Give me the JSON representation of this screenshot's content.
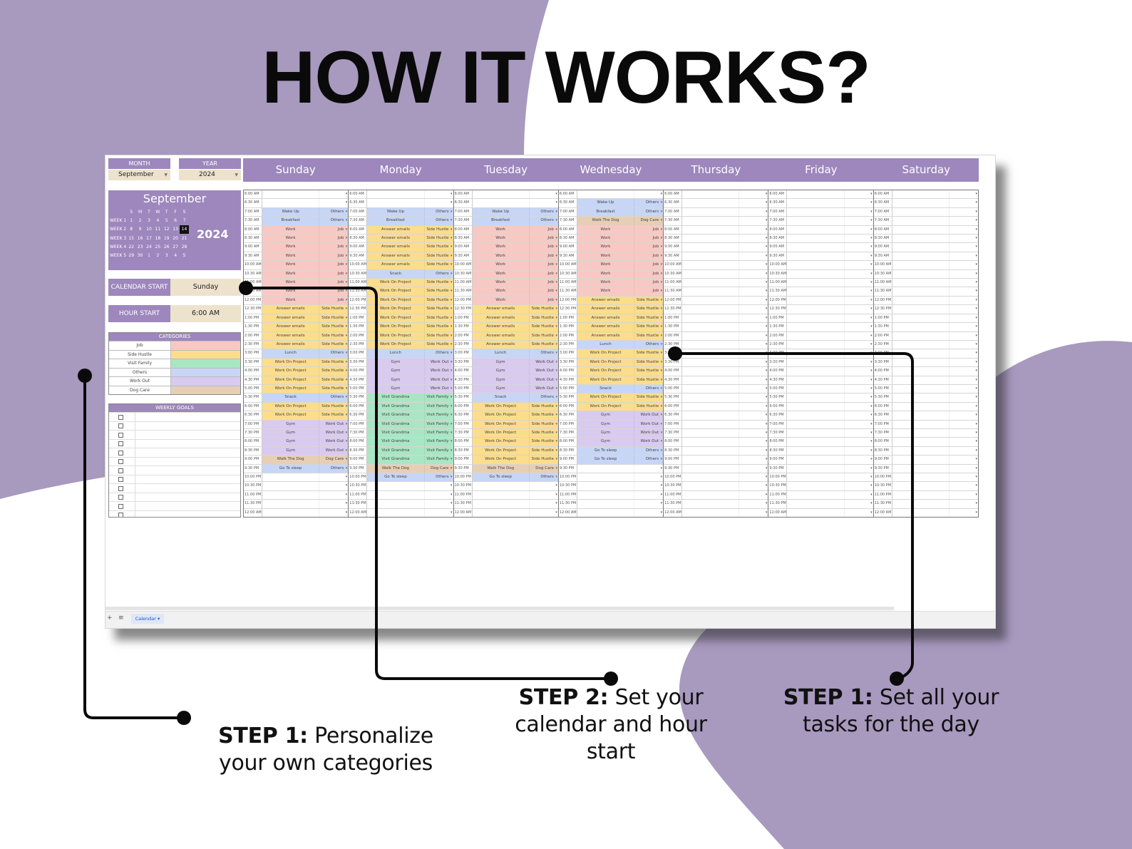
{
  "headline": "HOW IT WORKS?",
  "colors": {
    "accent": "#a899bf",
    "header": "#9d87bd",
    "job": "#f8c9c4",
    "side_hustle": "#fbdd8c",
    "visit_family": "#a9e6c4",
    "others": "#c7d6f6",
    "work_out": "#d9caf0",
    "dog_care": "#e6cfb5",
    "cream": "#ede2cc"
  },
  "sheet": {
    "month_label": "MONTH",
    "month_value": "September",
    "year_label": "YEAR",
    "year_value": "2024",
    "mini_calendar": {
      "title": "September",
      "year": "2024",
      "dow": [
        "S",
        "M",
        "T",
        "W",
        "T",
        "F",
        "S"
      ],
      "weeks": [
        {
          "label": "WEEK 1",
          "days": [
            "1",
            "2",
            "3",
            "4",
            "5",
            "6",
            "7"
          ]
        },
        {
          "label": "WEEK 2",
          "days": [
            "8",
            "9",
            "10",
            "11",
            "12",
            "13",
            "14"
          ]
        },
        {
          "label": "WEEK 3",
          "days": [
            "15",
            "16",
            "17",
            "18",
            "19",
            "20",
            "21"
          ]
        },
        {
          "label": "WEEK 4",
          "days": [
            "22",
            "23",
            "24",
            "25",
            "26",
            "27",
            "28"
          ]
        },
        {
          "label": "WEEK 5",
          "days": [
            "29",
            "30",
            "1",
            "2",
            "3",
            "4",
            "5"
          ]
        }
      ],
      "today": "14"
    },
    "calendar_start_label": "CALENDAR START",
    "calendar_start_value": "Sunday",
    "hour_start_label": "HOUR START",
    "hour_start_value": "6:00 AM",
    "categories_title": "CATEGORIES",
    "categories": [
      {
        "name": "Job",
        "color": "#f8c9c4"
      },
      {
        "name": "Side Hustle",
        "color": "#fbdd8c"
      },
      {
        "name": "Visit Family",
        "color": "#a9e6c4"
      },
      {
        "name": "Others",
        "color": "#c7d6f6"
      },
      {
        "name": "Work Out",
        "color": "#d9caf0"
      },
      {
        "name": "Dog Care",
        "color": "#e6cfb5"
      }
    ],
    "weekly_goals_title": "WEEKLY GOALS",
    "days": [
      "Sunday",
      "Monday",
      "Tuesday",
      "Wednesday",
      "Thursday",
      "Friday",
      "Saturday"
    ],
    "times": [
      "6:00 AM",
      "6:30 AM",
      "7:00 AM",
      "7:30 AM",
      "8:00 AM",
      "8:30 AM",
      "9:00 AM",
      "9:30 AM",
      "10:00 AM",
      "10:30 AM",
      "11:00 AM",
      "11:30 AM",
      "12:00 PM",
      "12:30 PM",
      "1:00 PM",
      "1:30 PM",
      "2:00 PM",
      "2:30 PM",
      "3:00 PM",
      "3:30 PM",
      "4:00 PM",
      "4:30 PM",
      "5:00 PM",
      "5:30 PM",
      "6:00 PM",
      "6:30 PM",
      "7:00 PM",
      "7:30 PM",
      "8:00 PM",
      "8:30 PM",
      "9:00 PM",
      "9:30 PM",
      "10:00 PM",
      "10:30 PM",
      "11:00 PM",
      "11:30 PM",
      "12:00 AM"
    ],
    "schedule": [
      [
        [
          "",
          ""
        ],
        [
          "",
          ""
        ],
        [
          "Wake Up",
          "Others"
        ],
        [
          "Breakfast",
          "Others"
        ],
        [
          "Work",
          "Job"
        ],
        [
          "Work",
          "Job"
        ],
        [
          "Work",
          "Job"
        ],
        [
          "Work",
          "Job"
        ],
        [
          "Work",
          "Job"
        ],
        [
          "Work",
          "Job"
        ],
        [
          "Work",
          "Job"
        ],
        [
          "Work",
          "Job"
        ],
        [
          "Work",
          "Job"
        ],
        [
          "Answer emails",
          "Side Hustle"
        ],
        [
          "Answer emails",
          "Side Hustle"
        ],
        [
          "Answer emails",
          "Side Hustle"
        ],
        [
          "Answer emails",
          "Side Hustle"
        ],
        [
          "Answer emails",
          "Side Hustle"
        ],
        [
          "Lunch",
          "Others"
        ],
        [
          "Work On Project",
          "Side Hustle"
        ],
        [
          "Work On Project",
          "Side Hustle"
        ],
        [
          "Work On Project",
          "Side Hustle"
        ],
        [
          "Work On Project",
          "Side Hustle"
        ],
        [
          "Snack",
          "Others"
        ],
        [
          "Work On Project",
          "Side Hustle"
        ],
        [
          "Work On Project",
          "Side Hustle"
        ],
        [
          "Gym",
          "Work Out"
        ],
        [
          "Gym",
          "Work Out"
        ],
        [
          "Gym",
          "Work Out"
        ],
        [
          "Gym",
          "Work Out"
        ],
        [
          "Walk The Dog",
          "Dog Care"
        ],
        [
          "Go To sleep",
          "Others"
        ],
        [
          "",
          ""
        ],
        [
          "",
          ""
        ],
        [
          "",
          ""
        ],
        [
          "",
          ""
        ],
        [
          "",
          ""
        ]
      ],
      [
        [
          "",
          ""
        ],
        [
          "",
          ""
        ],
        [
          "Wake Up",
          "Others"
        ],
        [
          "Breakfast",
          "Others"
        ],
        [
          "Answer emails",
          "Side Hustle"
        ],
        [
          "Answer emails",
          "Side Hustle"
        ],
        [
          "Answer emails",
          "Side Hustle"
        ],
        [
          "Answer emails",
          "Side Hustle"
        ],
        [
          "Answer emails",
          "Side Hustle"
        ],
        [
          "Snack",
          "Others"
        ],
        [
          "Work On Project",
          "Side Hustle"
        ],
        [
          "Work On Project",
          "Side Hustle"
        ],
        [
          "Work On Project",
          "Side Hustle"
        ],
        [
          "Work On Project",
          "Side Hustle"
        ],
        [
          "Work On Project",
          "Side Hustle"
        ],
        [
          "Work On Project",
          "Side Hustle"
        ],
        [
          "Work On Project",
          "Side Hustle"
        ],
        [
          "Work On Project",
          "Side Hustle"
        ],
        [
          "Lunch",
          "Others"
        ],
        [
          "Gym",
          "Work Out"
        ],
        [
          "Gym",
          "Work Out"
        ],
        [
          "Gym",
          "Work Out"
        ],
        [
          "Gym",
          "Work Out"
        ],
        [
          "Visit Grandma",
          "Visit Family"
        ],
        [
          "Visit Grandma",
          "Visit Family"
        ],
        [
          "Visit Grandma",
          "Visit Family"
        ],
        [
          "Visit Grandma",
          "Visit Family"
        ],
        [
          "Visit Grandma",
          "Visit Family"
        ],
        [
          "Visit Grandma",
          "Visit Family"
        ],
        [
          "Visit Grandma",
          "Visit Family"
        ],
        [
          "Visit Grandma",
          "Visit Family"
        ],
        [
          "Walk The Dog",
          "Dog Care"
        ],
        [
          "Go To sleep",
          "Others"
        ],
        [
          "",
          ""
        ],
        [
          "",
          ""
        ],
        [
          "",
          ""
        ],
        [
          "",
          ""
        ]
      ],
      [
        [
          "",
          ""
        ],
        [
          "",
          ""
        ],
        [
          "Wake Up",
          "Others"
        ],
        [
          "Breakfast",
          "Others"
        ],
        [
          "Work",
          "Job"
        ],
        [
          "Work",
          "Job"
        ],
        [
          "Work",
          "Job"
        ],
        [
          "Work",
          "Job"
        ],
        [
          "Work",
          "Job"
        ],
        [
          "Work",
          "Job"
        ],
        [
          "Work",
          "Job"
        ],
        [
          "Work",
          "Job"
        ],
        [
          "Work",
          "Job"
        ],
        [
          "Answer emails",
          "Side Hustle"
        ],
        [
          "Answer emails",
          "Side Hustle"
        ],
        [
          "Answer emails",
          "Side Hustle"
        ],
        [
          "Answer emails",
          "Side Hustle"
        ],
        [
          "Answer emails",
          "Side Hustle"
        ],
        [
          "Lunch",
          "Others"
        ],
        [
          "Gym",
          "Work Out"
        ],
        [
          "Gym",
          "Work Out"
        ],
        [
          "Gym",
          "Work Out"
        ],
        [
          "Gym",
          "Work Out"
        ],
        [
          "Snack",
          "Others"
        ],
        [
          "Work On Project",
          "Side Hustle"
        ],
        [
          "Work On Project",
          "Side Hustle"
        ],
        [
          "Work On Project",
          "Side Hustle"
        ],
        [
          "Work On Project",
          "Side Hustle"
        ],
        [
          "Work On Project",
          "Side Hustle"
        ],
        [
          "Work On Project",
          "Side Hustle"
        ],
        [
          "Work On Project",
          "Side Hustle"
        ],
        [
          "Walk The Dog",
          "Dog Care"
        ],
        [
          "Go To sleep",
          "Others"
        ],
        [
          "",
          ""
        ],
        [
          "",
          ""
        ],
        [
          "",
          ""
        ],
        [
          "",
          ""
        ]
      ],
      [
        [
          "",
          ""
        ],
        [
          "Wake Up",
          "Others"
        ],
        [
          "Breakfast",
          "Others"
        ],
        [
          "Walk The Dog",
          "Dog Care"
        ],
        [
          "Work",
          "Job"
        ],
        [
          "Work",
          "Job"
        ],
        [
          "Work",
          "Job"
        ],
        [
          "Work",
          "Job"
        ],
        [
          "Work",
          "Job"
        ],
        [
          "Work",
          "Job"
        ],
        [
          "Work",
          "Job"
        ],
        [
          "Work",
          "Job"
        ],
        [
          "Answer emails",
          "Side Hustle"
        ],
        [
          "Answer emails",
          "Side Hustle"
        ],
        [
          "Answer emails",
          "Side Hustle"
        ],
        [
          "Answer emails",
          "Side Hustle"
        ],
        [
          "Answer emails",
          "Side Hustle"
        ],
        [
          "Lunch",
          "Others"
        ],
        [
          "Work On Project",
          "Side Hustle"
        ],
        [
          "Work On Project",
          "Side Hustle"
        ],
        [
          "Work On Project",
          "Side Hustle"
        ],
        [
          "Work On Project",
          "Side Hustle"
        ],
        [
          "Snack",
          "Others"
        ],
        [
          "Work On Project",
          "Side Hustle"
        ],
        [
          "Work On Project",
          "Side Hustle"
        ],
        [
          "Gym",
          "Work Out"
        ],
        [
          "Gym",
          "Work Out"
        ],
        [
          "Gym",
          "Work Out"
        ],
        [
          "Gym",
          "Work Out"
        ],
        [
          "Go To sleep",
          "Others"
        ],
        [
          "Go To sleep",
          "Others"
        ],
        [
          "",
          ""
        ],
        [
          "",
          ""
        ],
        [
          "",
          ""
        ],
        [
          "",
          ""
        ],
        [
          "",
          ""
        ],
        [
          "",
          ""
        ]
      ],
      [],
      [],
      []
    ],
    "sheet_tab": "Calendar"
  },
  "steps": [
    {
      "bold": "STEP 1:",
      "text_first": " Personalize",
      "text_rest": "your own categories"
    },
    {
      "bold": "STEP 2:",
      "text_first": " Set your",
      "text_rest": "calendar and hour",
      "text_last": "start"
    },
    {
      "bold": "STEP 1:",
      "text_first": " Set all your",
      "text_rest": "tasks for the day"
    }
  ]
}
